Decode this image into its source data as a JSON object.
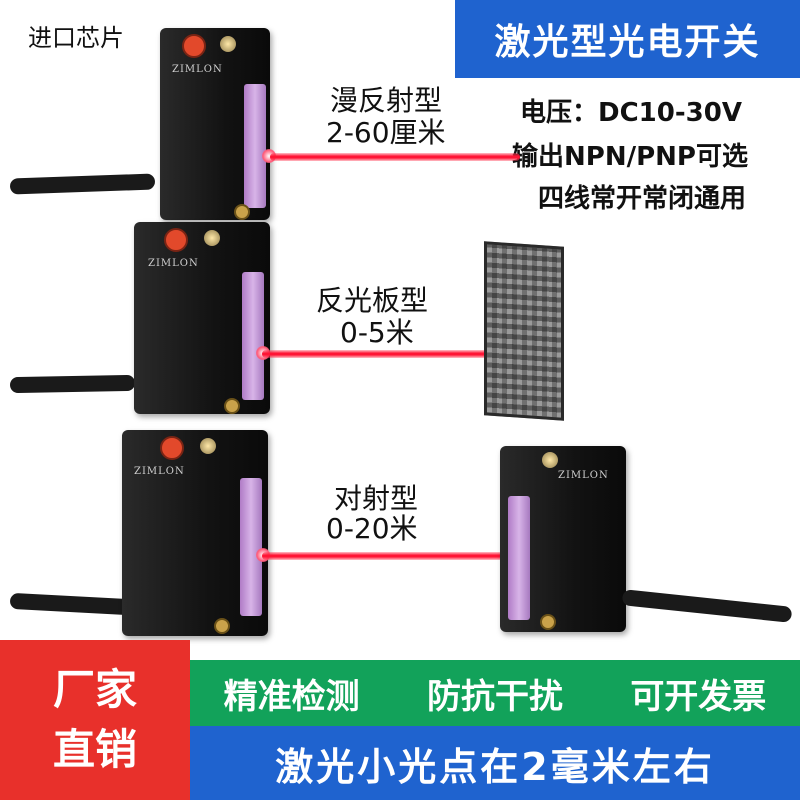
{
  "header": {
    "top_tag": "进口芯片",
    "title": "激光型光电开关"
  },
  "specs": [
    "电压：DC10-30V",
    "输出NPN/PNP可选",
    "四线常开常闭通用"
  ],
  "sensor_types": [
    {
      "name": "漫反射型",
      "range": "2-60厘米"
    },
    {
      "name": "反光板型",
      "range": "0-5米"
    },
    {
      "name": "对射型",
      "range": "0-20米"
    }
  ],
  "footer": {
    "badge_line1": "厂家",
    "badge_line2": "直销",
    "features": [
      "精准检测",
      "防抗干扰",
      "可开发票"
    ],
    "tagline": "激光小光点在2毫米左右"
  },
  "colors": {
    "title_blue": "#1f63cf",
    "feature_green": "#12a25a",
    "badge_red": "#e8302b",
    "laser_red": "#ff1535"
  }
}
